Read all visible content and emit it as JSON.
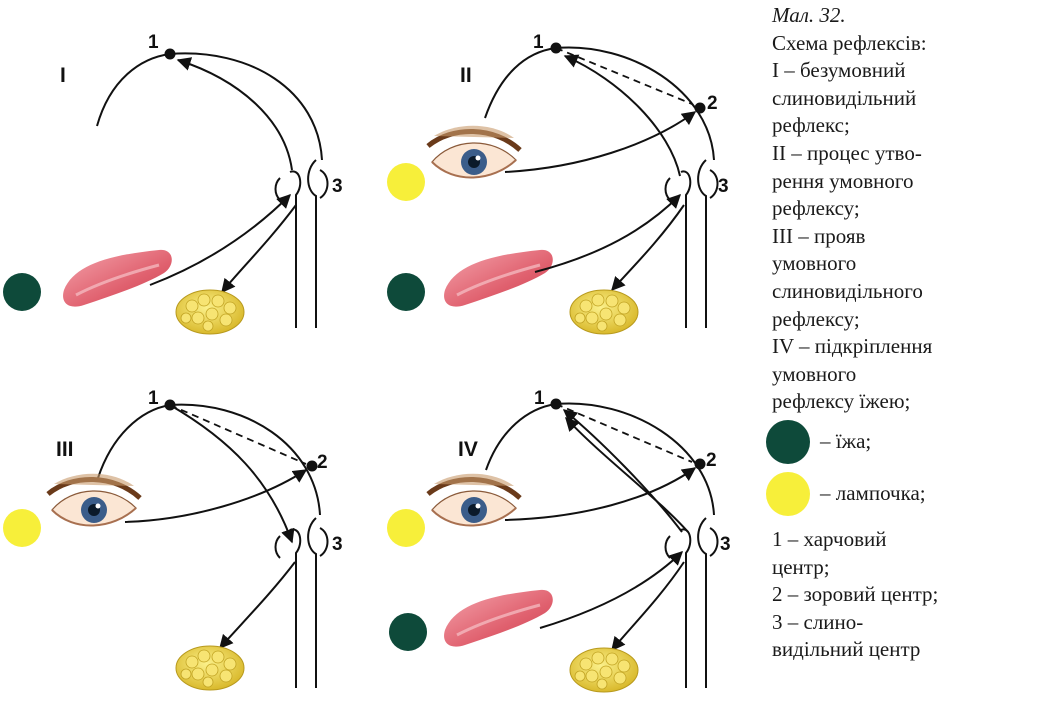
{
  "figure": {
    "caption_title": "Мал. 32.",
    "caption_lines": [
      "Схема рефлексів:",
      "I – безумовний",
      "слиновидільний",
      "рефлекс;",
      "II – процес утво-",
      "рення умовного",
      "рефлексу;",
      "III – прояв",
      "умовного",
      "слиновидільного",
      "рефлексу;",
      "IV – підкріплення",
      "умовного",
      "рефлексу їжею;"
    ],
    "legend": [
      {
        "label": "– їжа;",
        "color": "#0e4a3a",
        "icon": "food-dot-icon"
      },
      {
        "label": "– лампочка;",
        "color": "#f7ef3a",
        "icon": "lamp-dot-icon"
      }
    ],
    "centers_lines": [
      "1 – харчовий",
      "центр;",
      "2 – зоровий центр;",
      "3 – слино-",
      "видільний центр"
    ]
  },
  "panels": [
    {
      "label": "I",
      "nodes": [
        "1",
        "3"
      ]
    },
    {
      "label": "II",
      "nodes": [
        "1",
        "2",
        "3"
      ]
    },
    {
      "label": "III",
      "nodes": [
        "1",
        "2",
        "3"
      ]
    },
    {
      "label": "IV",
      "nodes": [
        "1",
        "2",
        "3"
      ]
    }
  ],
  "colors": {
    "food": "#0e4a3a",
    "lamp": "#f7ef3a",
    "tongue": "#e8707c",
    "gland": "#e9d24a",
    "line": "#111111"
  }
}
